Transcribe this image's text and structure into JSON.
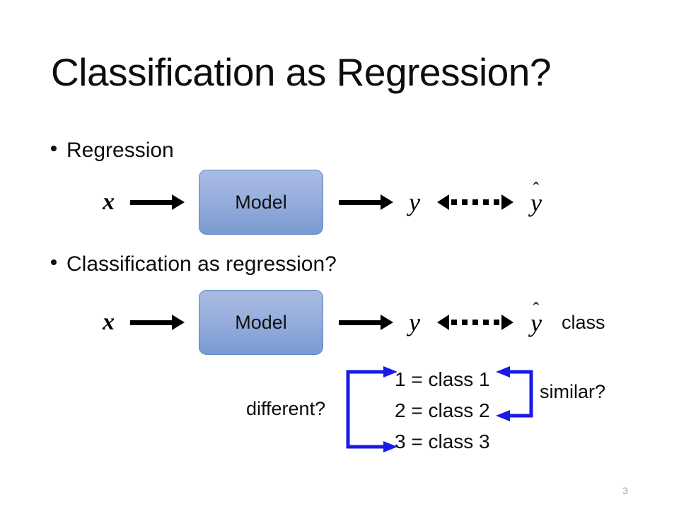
{
  "slide": {
    "title": "Classification as Regression?",
    "number": "3",
    "background": "#ffffff"
  },
  "bullets": [
    {
      "text": "Regression"
    },
    {
      "text": "Classification as regression?"
    }
  ],
  "pipelines": [
    {
      "id": "regression",
      "input": "\u0001d499",
      "input_label": "x",
      "box_label": "Model",
      "output_label": "y",
      "pred_label": "y",
      "pred_hat": "ˆ",
      "extra_label": ""
    },
    {
      "id": "classification",
      "input_label": "x",
      "box_label": "Model",
      "output_label": "y",
      "pred_label": "y",
      "pred_hat": "ˆ",
      "extra_label": "class"
    }
  ],
  "class_mapping": {
    "rows": [
      {
        "index": "1",
        "text": "1 = class 1"
      },
      {
        "index": "2",
        "text": "2 = class 2"
      },
      {
        "index": "3",
        "text": "3 = class 3"
      }
    ],
    "left_annotation": "different?",
    "right_annotation": "similar?",
    "bracket_color": "#1a1ae6",
    "left_bracket_targets": [
      "1 = class 1",
      "3 = class 3"
    ],
    "right_bracket_targets": [
      "1 = class 1",
      "2 = class 2"
    ]
  },
  "colors": {
    "box_fill_top": "#a7bbe2",
    "box_fill_bottom": "#7b9ad2",
    "box_border": "#5b84c4",
    "arrow": "#000000",
    "bracket": "#1a1ae6",
    "text": "#0d0d0d",
    "slide_number": "#a6a6a6"
  }
}
